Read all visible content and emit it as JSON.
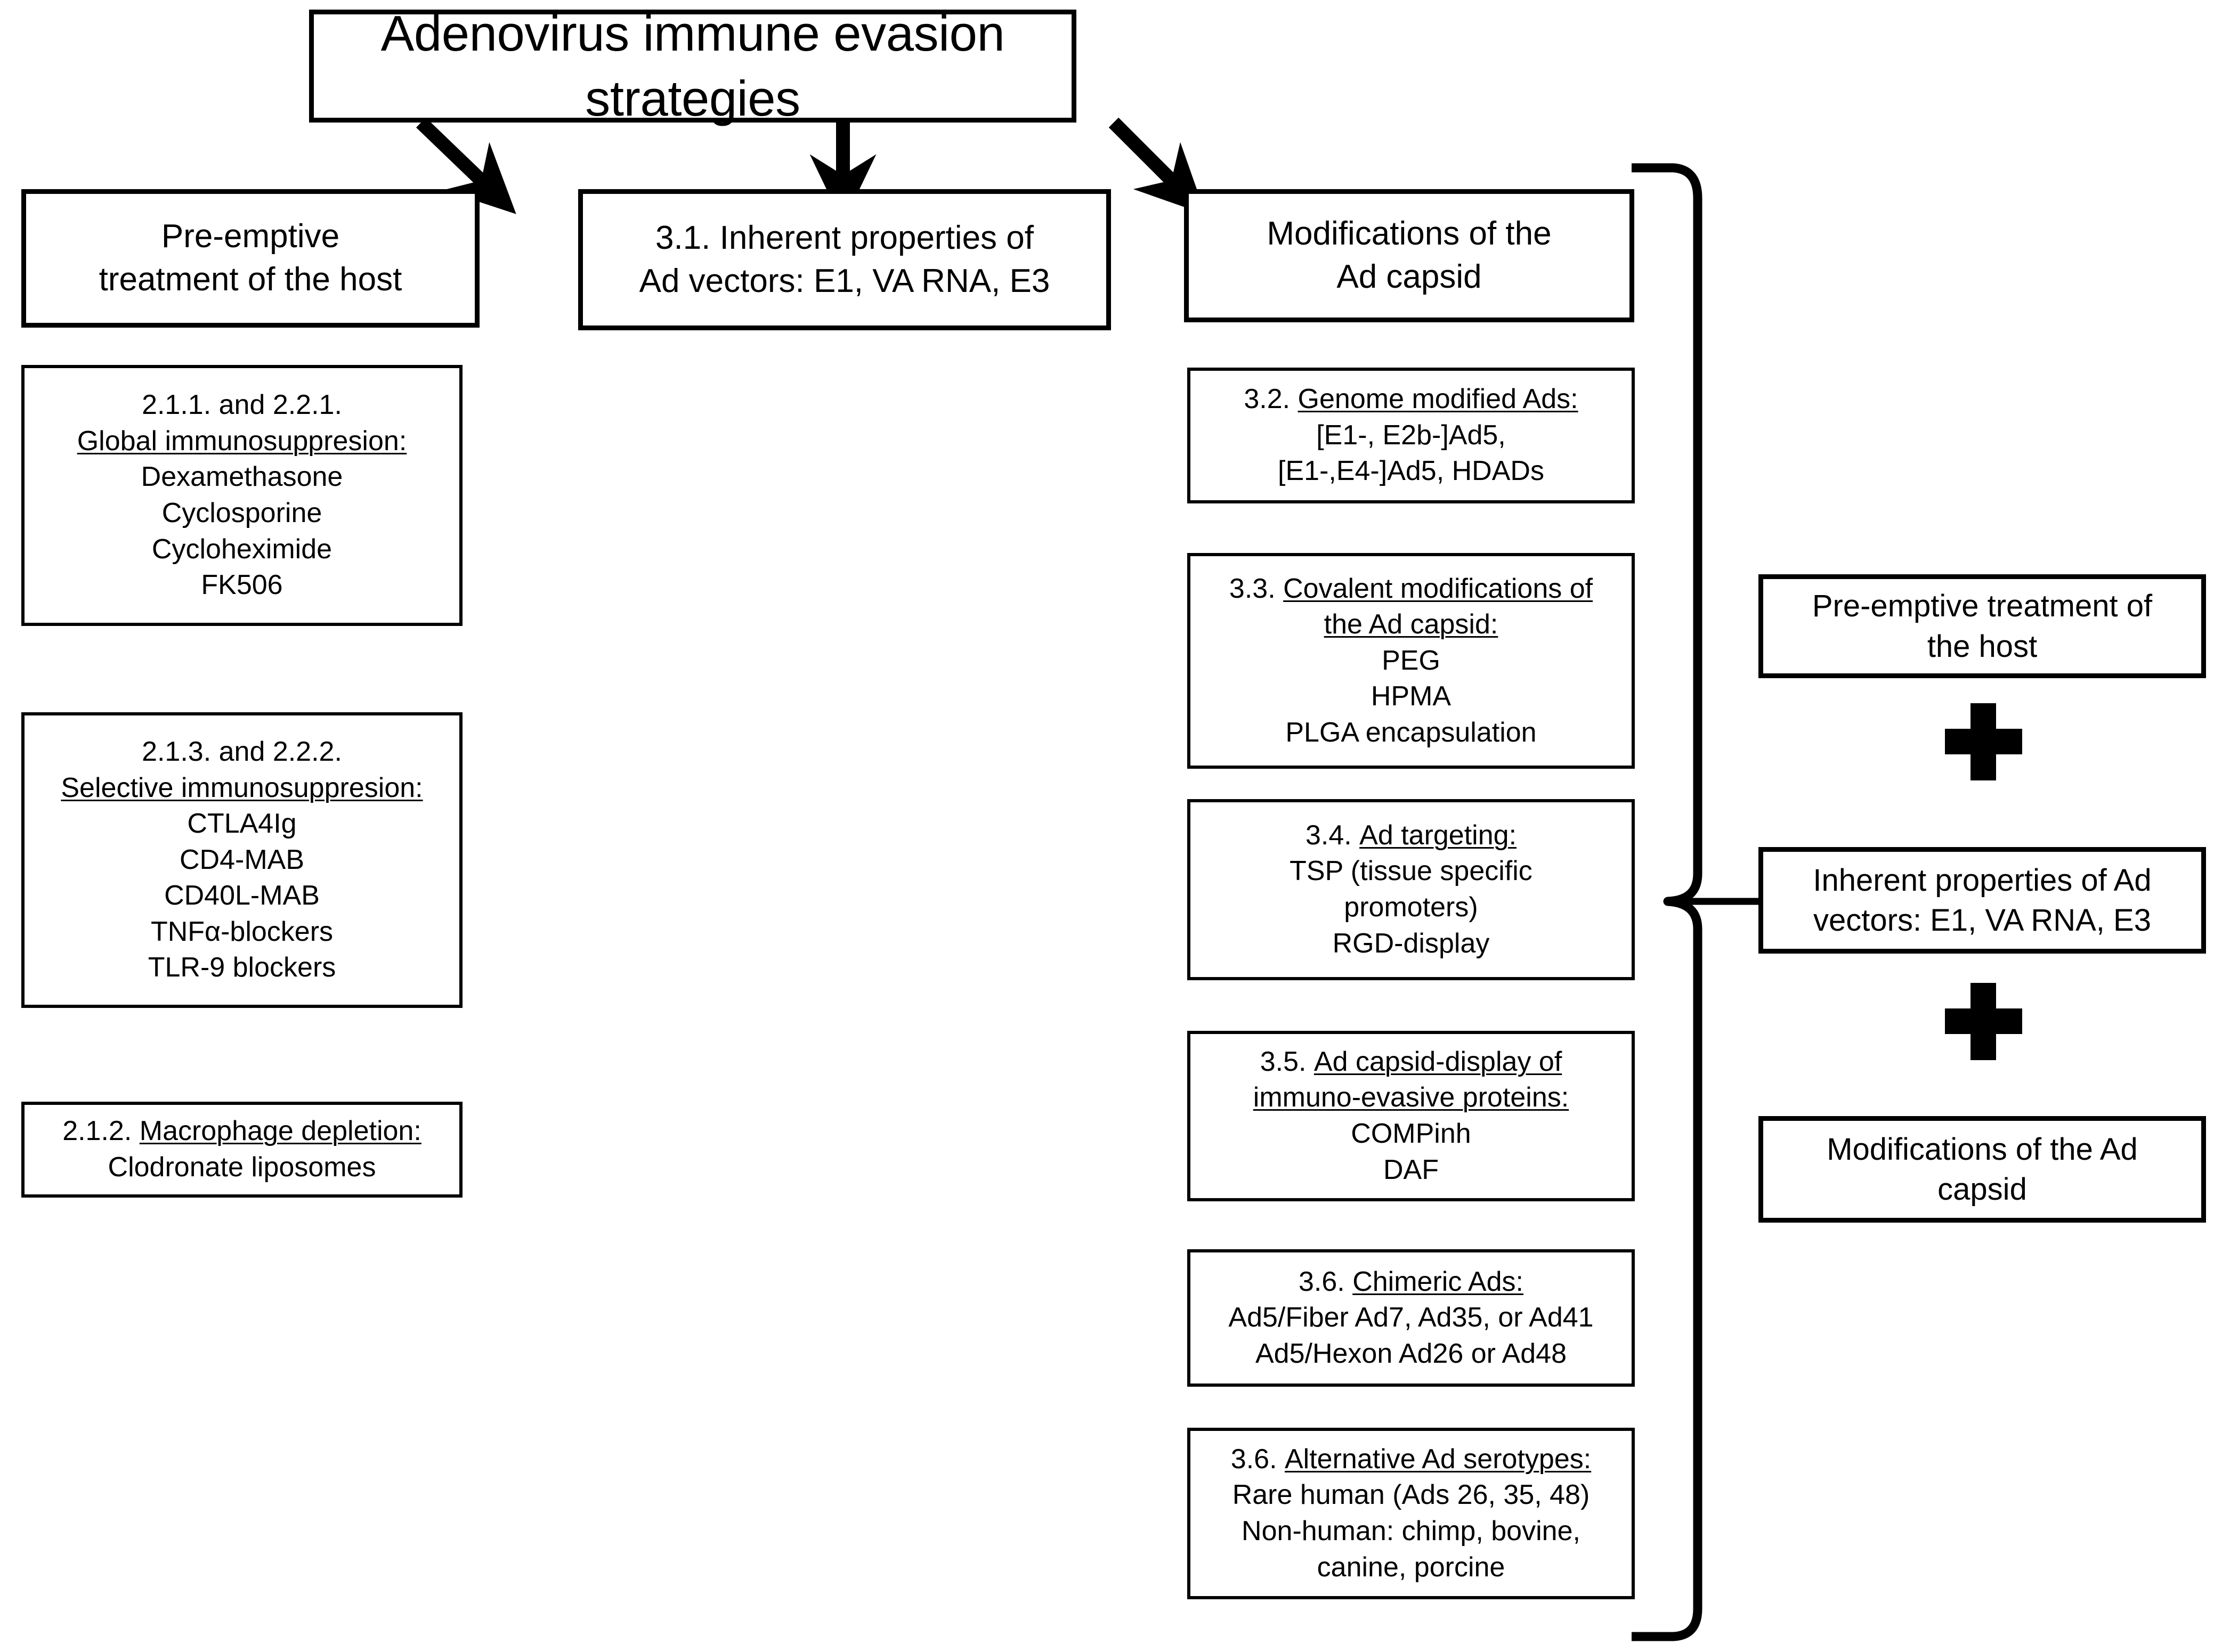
{
  "title": {
    "text": "Adenovirus immune evasion strategies"
  },
  "categories": [
    {
      "name": "pre-emptive-treatment",
      "lines": [
        "Pre-emptive",
        "treatment of the host"
      ]
    },
    {
      "name": "inherent-properties",
      "lines": [
        "3.1. Inherent properties of",
        "Ad vectors: E1, VA RNA, E3"
      ]
    },
    {
      "name": "capsid-modifications",
      "lines": [
        "Modifications of the",
        "Ad capsid"
      ]
    }
  ],
  "left_column": [
    {
      "name": "global-immunosuppression",
      "number": "2.1.1. and 2.2.1.",
      "heading": "Global immunosuppresion:",
      "items": [
        "Dexamethasone",
        "Cyclosporine",
        "Cycloheximide",
        "FK506"
      ]
    },
    {
      "name": "selective-immunosuppression",
      "number": "2.1.3. and 2.2.2.",
      "heading": "Selective immunosuppresion:",
      "items": [
        "CTLA4Ig",
        "CD4-MAB",
        "CD40L-MAB",
        "TNFα-blockers",
        "TLR-9 blockers"
      ]
    },
    {
      "name": "macrophage-depletion",
      "inline_number": "2.1.2.",
      "heading": "Macrophage depletion:",
      "items": [
        "Clodronate liposomes"
      ]
    }
  ],
  "capsid_column": [
    {
      "name": "genome-modified-ads",
      "inline_number": "3.2.",
      "heading": "Genome modified Ads:",
      "items": [
        "[E1-, E2b-]Ad5,",
        "[E1-,E4-]Ad5, HDADs"
      ]
    },
    {
      "name": "covalent-modifications",
      "inline_number": "3.3.",
      "heading_lines": [
        "Covalent modifications of",
        "the Ad capsid:"
      ],
      "items": [
        "PEG",
        "HPMA",
        "PLGA encapsulation"
      ]
    },
    {
      "name": "ad-targeting",
      "inline_number": "3.4.",
      "heading": "Ad targeting:",
      "items": [
        "TSP (tissue specific",
        "promoters)",
        "RGD-display"
      ]
    },
    {
      "name": "capsid-display-immunoevasive",
      "inline_number": "3.5.",
      "heading_lines": [
        "Ad capsid-display of",
        "immuno-evasive proteins:"
      ],
      "items": [
        "COMPinh",
        "DAF"
      ]
    },
    {
      "name": "chimeric-ads",
      "inline_number": "3.6.",
      "heading": "Chimeric Ads:",
      "items": [
        "Ad5/Fiber Ad7, Ad35, or Ad41",
        "Ad5/Hexon Ad26 or Ad48"
      ]
    },
    {
      "name": "alternative-serotypes",
      "inline_number": "3.6.",
      "heading": "Alternative Ad serotypes:",
      "items": [
        "Rare human (Ads 26, 35, 48)",
        "Non-human: chimp, bovine,",
        "canine, porcine"
      ]
    }
  ],
  "summary_column": {
    "boxes": [
      {
        "name": "summary-pre-emptive",
        "lines": [
          "Pre-emptive treatment of",
          "the host"
        ]
      },
      {
        "name": "summary-inherent",
        "lines": [
          "Inherent properties of Ad",
          "vectors: E1, VA RNA, E3"
        ]
      },
      {
        "name": "summary-capsid",
        "lines": [
          "Modifications of the Ad",
          "capsid"
        ]
      }
    ],
    "operators": [
      "+",
      "+"
    ]
  },
  "colors": {
    "stroke": "#000000",
    "background": "#ffffff"
  }
}
